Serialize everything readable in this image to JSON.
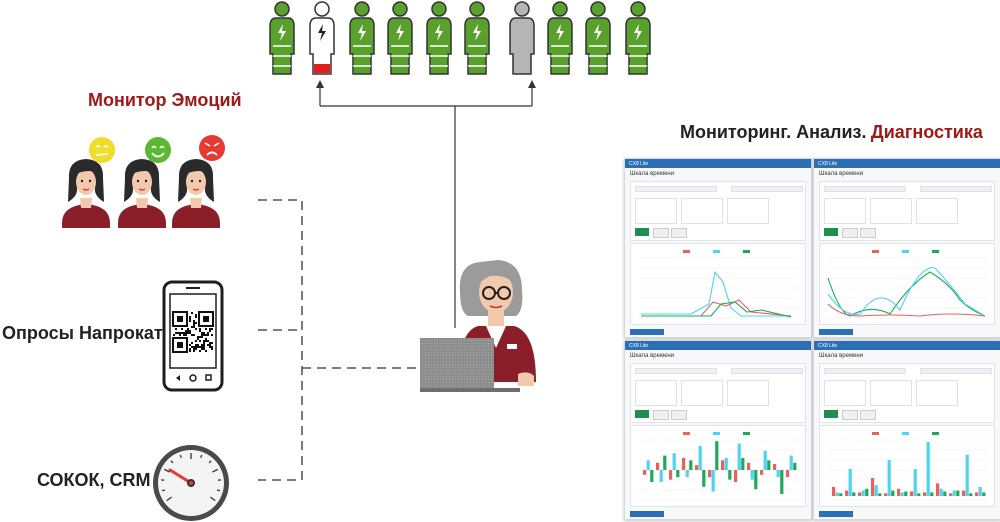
{
  "labels": {
    "emotion_monitor": "Монитор Эмоций",
    "surveys": "Опросы Напрокат",
    "sokok_crm": "СОКОК, CRM",
    "analytics_prefix": "Мониторинг. Анализ.",
    "analytics_highlight": "Диагностика"
  },
  "people_row": {
    "statuses": [
      "charged",
      "low",
      "charged",
      "charged",
      "charged",
      "charged",
      "offline",
      "charged",
      "charged",
      "charged"
    ]
  },
  "colors": {
    "brand_red": "#a01818",
    "battery_green": "#5aa02c",
    "battery_red": "#e02020",
    "offline_grey": "#b5b5b5",
    "nav_blue": "#2d6fb7",
    "series_red": "#e8615a",
    "series_cyan": "#4fd3f0",
    "series_green": "#1fa85a",
    "emoji_yellow": "#f0dc2a",
    "emoji_green": "#5cb833",
    "emoji_red": "#e53a32"
  },
  "icons": {
    "emotions": [
      "neutral-face-icon",
      "happy-face-icon",
      "angry-face-icon"
    ],
    "phone": "qr-phone-icon",
    "gauge": "speedometer-icon",
    "operator": "woman-with-laptop-icon"
  },
  "dashboard": {
    "panel_title": "Шкала времени",
    "nav_brand": "CX8 Lite",
    "panels": [
      {
        "kind": "line"
      },
      {
        "kind": "line"
      },
      {
        "kind": "bar"
      },
      {
        "kind": "bar"
      }
    ]
  }
}
